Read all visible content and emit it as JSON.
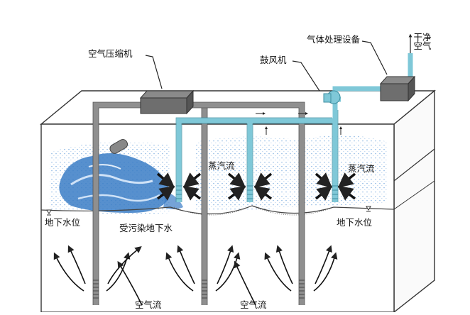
{
  "labels": {
    "air_compressor": "空气压缩机",
    "blower": "鼓风机",
    "gas_treatment": "气体处理设备",
    "clean_air": "干净空气",
    "vapor_flow_mid": "蒸汽流",
    "vapor_flow_right": "蒸汽流",
    "water_table_left": "地下水位",
    "water_table_right": "地下水位",
    "contaminated_groundwater": "受污染地下水",
    "air_flow_left": "空气流",
    "air_flow_right": "空气流"
  },
  "colors": {
    "pipe_gray": "#8f8f8f",
    "pipe_cyan": "#7fc8d8",
    "equipment": "#6e6e6e",
    "plume_blue": "#3a7cc6",
    "mist_blue": "#9cc2e6",
    "arrow": "#1a1a1a"
  }
}
